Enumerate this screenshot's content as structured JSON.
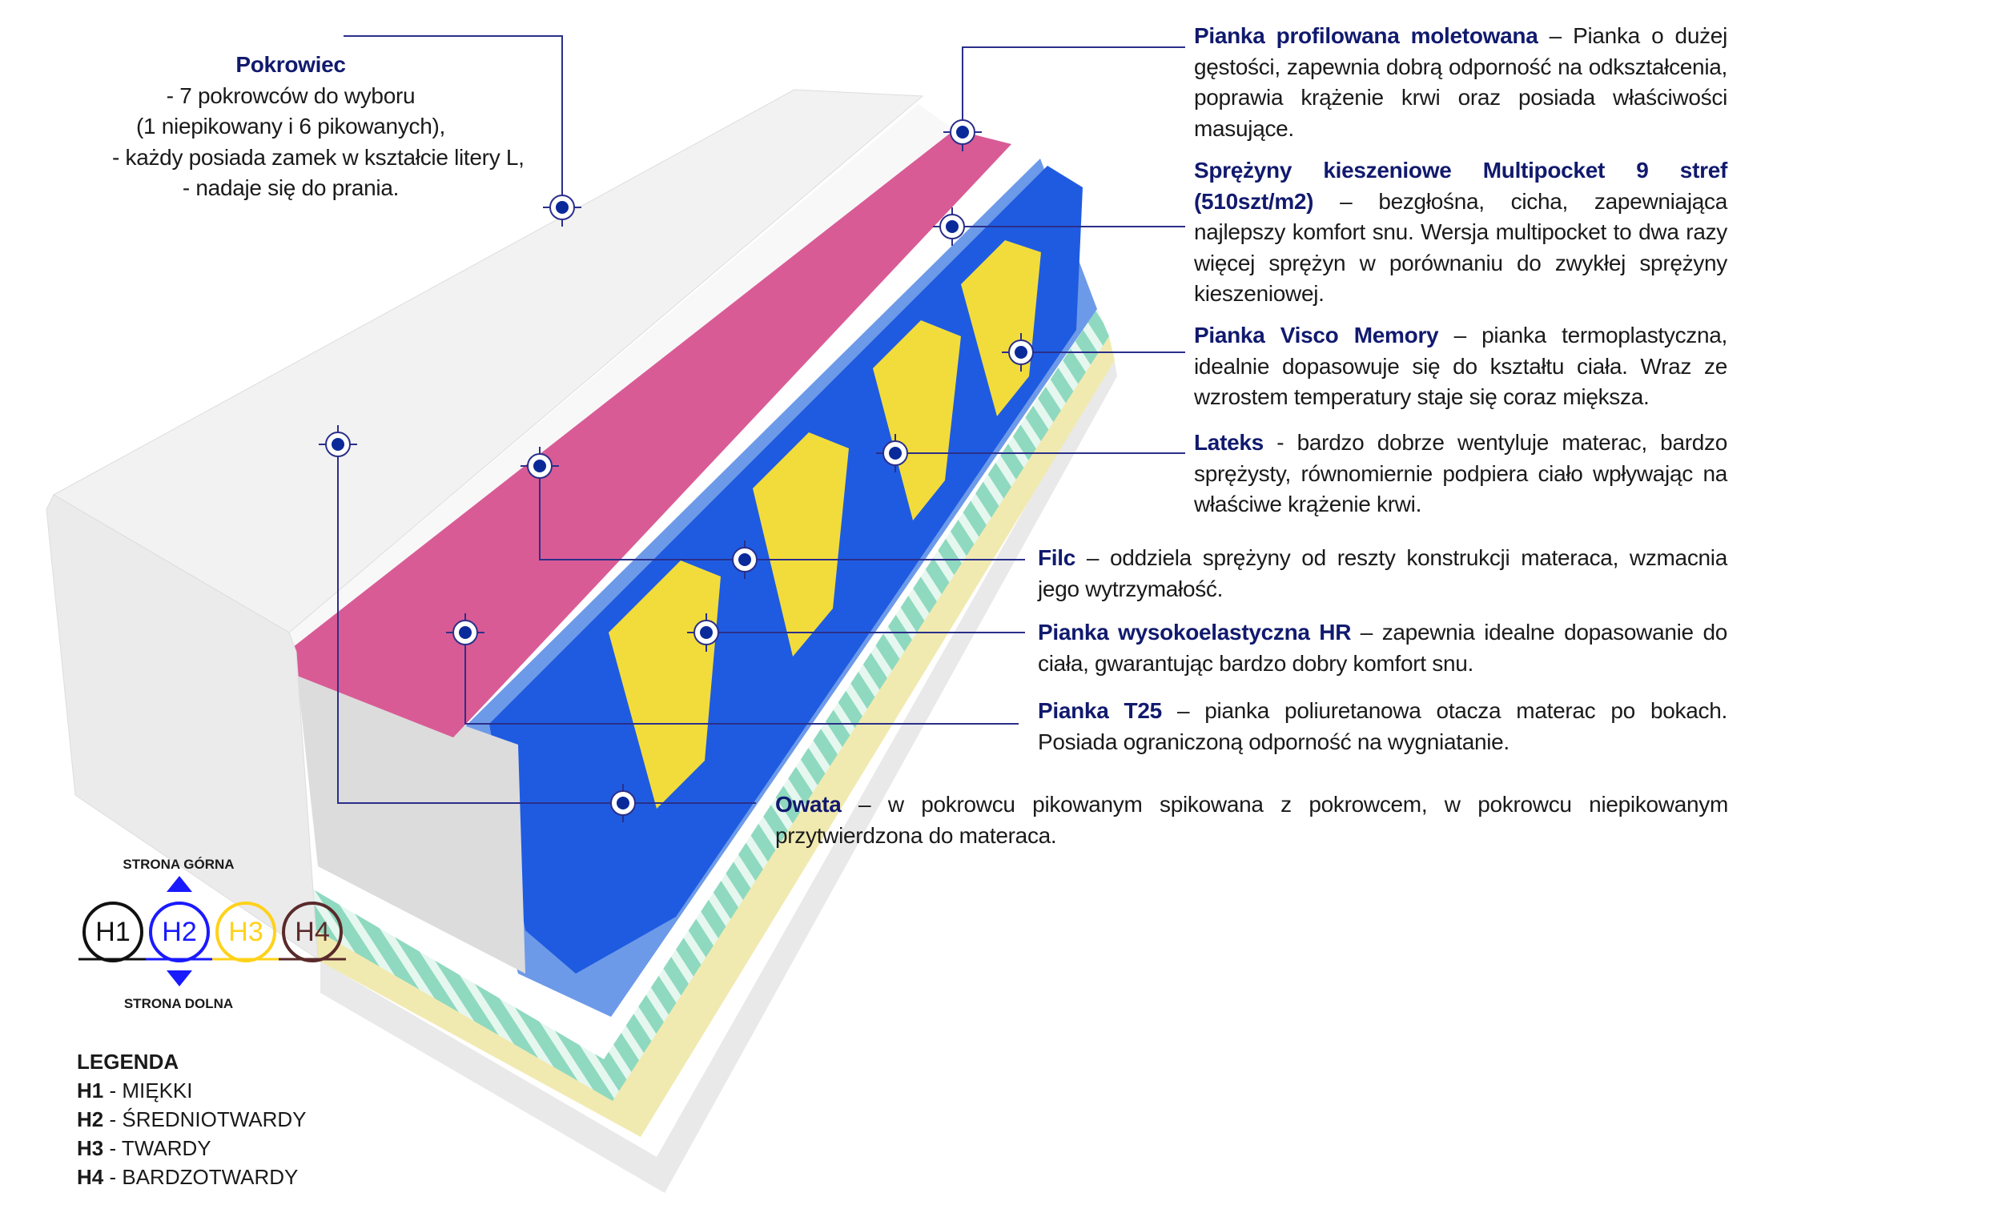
{
  "cover": {
    "title": "Pokrowiec",
    "lines": [
      "- 7 pokrowców do wyboru",
      "(1 niepikowany i 6 pikowanych),",
      "-  każdy posiada zamek w kształcie litery L,",
      "- nadaje się do prania."
    ]
  },
  "layers": [
    {
      "title": "Pianka profilowana moletowana",
      "text": " – Pianka o dużej gęstości, zapewnia dobrą odporność na odkształcenia, poprawia krążenie krwi oraz posiada właściwości masujące."
    },
    {
      "title": "Sprężyny kieszeniowe Multipocket 9 stref (510szt/m2)",
      "text": " – bezgłośna, cicha, zapewniająca najlepszy komfort snu. Wersja multipocket to dwa razy więcej sprężyn w porównaniu do zwykłej sprężyny kieszeniowej."
    },
    {
      "title": "Pianka Visco Memory",
      "text": " – pianka termoplastyczna, idealnie dopasowuje się do kształtu ciała. Wraz ze wzrostem temperatury staje się coraz miększa."
    },
    {
      "title": "Lateks",
      "text": " - bardzo dobrze wentyluje materac, bardzo sprężysty, równomiernie podpiera ciało wpływając na właściwe krążenie krwi."
    },
    {
      "title": "Filc",
      "text": " – oddziela sprężyny od reszty konstrukcji materaca, wzmacnia jego wytrzymałość."
    },
    {
      "title": "Pianka wysokoelastyczna HR",
      "text": " – zapewnia idealne dopasowanie do ciała, gwarantując bardzo dobry komfort snu."
    },
    {
      "title": "Pianka T25",
      "text": " – pianka poliuretanowa otacza materac po bokach. Posiada ograniczoną odporność na wygniatanie."
    },
    {
      "title": "Owata",
      "text": " – w pokrowcu pikowanym spikowana z pokrowcem, w pokrowcu niepikowanym przytwierdzona do materaca."
    }
  ],
  "firmness": {
    "top_label": "STRONA GÓRNA",
    "bottom_label": "STRONA DOLNA",
    "selected": "H2",
    "levels": [
      {
        "code": "H1",
        "color": "#111111"
      },
      {
        "code": "H2",
        "color": "#1a1aff"
      },
      {
        "code": "H3",
        "color": "#ffd21a"
      },
      {
        "code": "H4",
        "color": "#5a2a2a"
      }
    ]
  },
  "legend": {
    "title": "LEGENDA",
    "items": [
      {
        "code": "H1",
        "label": "MIĘKKI"
      },
      {
        "code": "H2",
        "label": "ŚREDNIOTWARDY"
      },
      {
        "code": "H3",
        "label": "TWARDY"
      },
      {
        "code": "H4",
        "label": "BARDZOTWARDY"
      }
    ]
  },
  "colors": {
    "accent": "#111a6e",
    "line": "#2a2f8a",
    "marker": "#0a2a9a"
  }
}
